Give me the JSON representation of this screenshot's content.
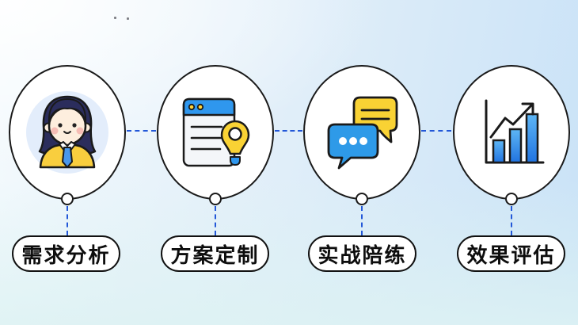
{
  "diagram": {
    "steps": [
      {
        "label": "需求分析",
        "icon": "consultant-avatar-icon"
      },
      {
        "label": "方案定制",
        "icon": "document-location-pin-icon"
      },
      {
        "label": "实战陪练",
        "icon": "chat-bubbles-icon"
      },
      {
        "label": "效果评估",
        "icon": "growth-bar-chart-icon"
      }
    ],
    "colors": {
      "connector_blue": "#2257d8",
      "outline_black": "#1a1a1a",
      "primary_blue": "#2f97ee",
      "primary_yellow": "#f9d234",
      "shape_fill": "#ffffff",
      "avatar_bg_blue": "#e3edfb"
    }
  }
}
